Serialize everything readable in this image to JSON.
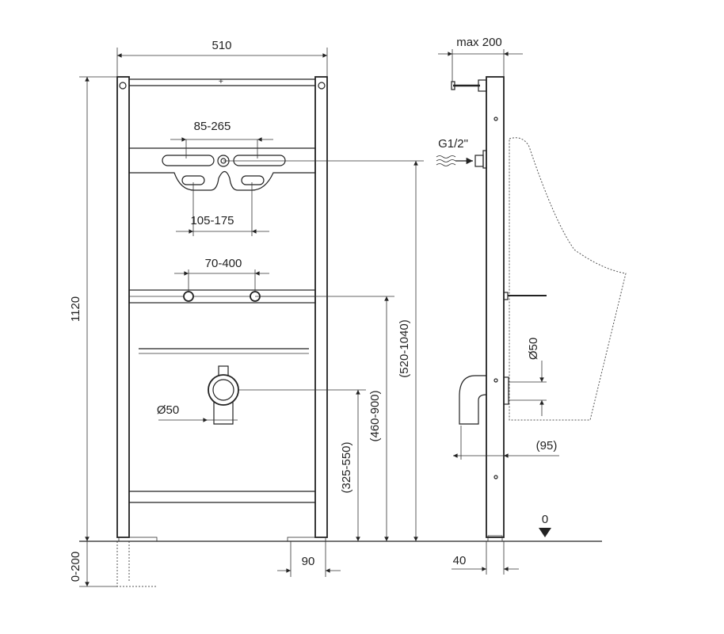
{
  "drawing": {
    "front_view": {
      "width_label": "510",
      "height_label": "1120",
      "feet_adjust_label": "0-200",
      "upper_slots_label": "85-265",
      "lower_slots_label": "105-175",
      "rail_label": "70-400",
      "drain_diameter_label": "Ø50",
      "inlet_height_label": "(520-1040)",
      "rail_height_label": "(460-900)",
      "drain_height_label": "(325-550)",
      "foot_label": "90"
    },
    "side_view": {
      "max_depth_label": "max 200",
      "inlet_thread_label": "G1/2\"",
      "drain_diameter_label": "Ø50",
      "drain_offset_label": "(95)",
      "floor_level_label": "0",
      "frame_depth_label": "40"
    }
  }
}
